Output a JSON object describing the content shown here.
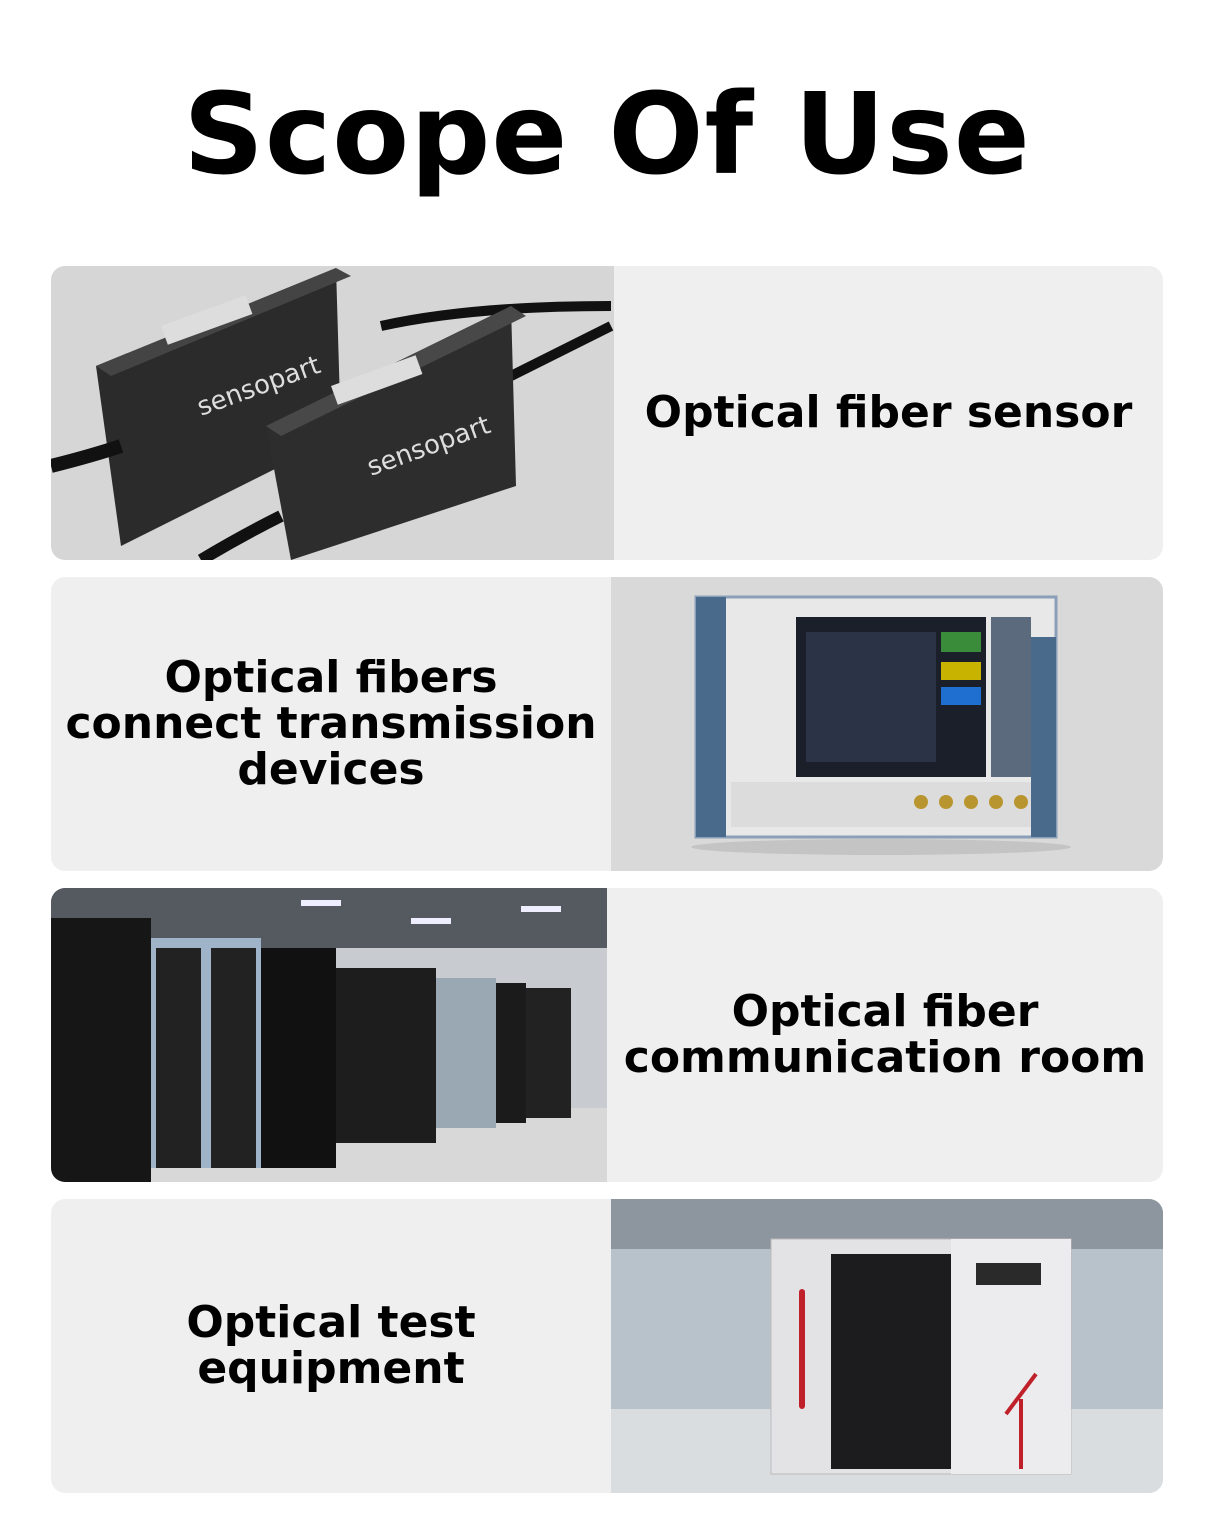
{
  "title": "Scope Of Use",
  "cards": [
    {
      "label": "Optical fiber sensor",
      "image": "fiber-sensor-photo"
    },
    {
      "label": "Optical fibers connect transmission devices",
      "image": "oscilloscope-photo"
    },
    {
      "label": "Optical fiber communication room",
      "image": "server-room-photo"
    },
    {
      "label": "Optical test equipment",
      "image": "laser-machine-photo"
    }
  ],
  "colors": {
    "card_background": "#efefef",
    "text": "#000000"
  }
}
